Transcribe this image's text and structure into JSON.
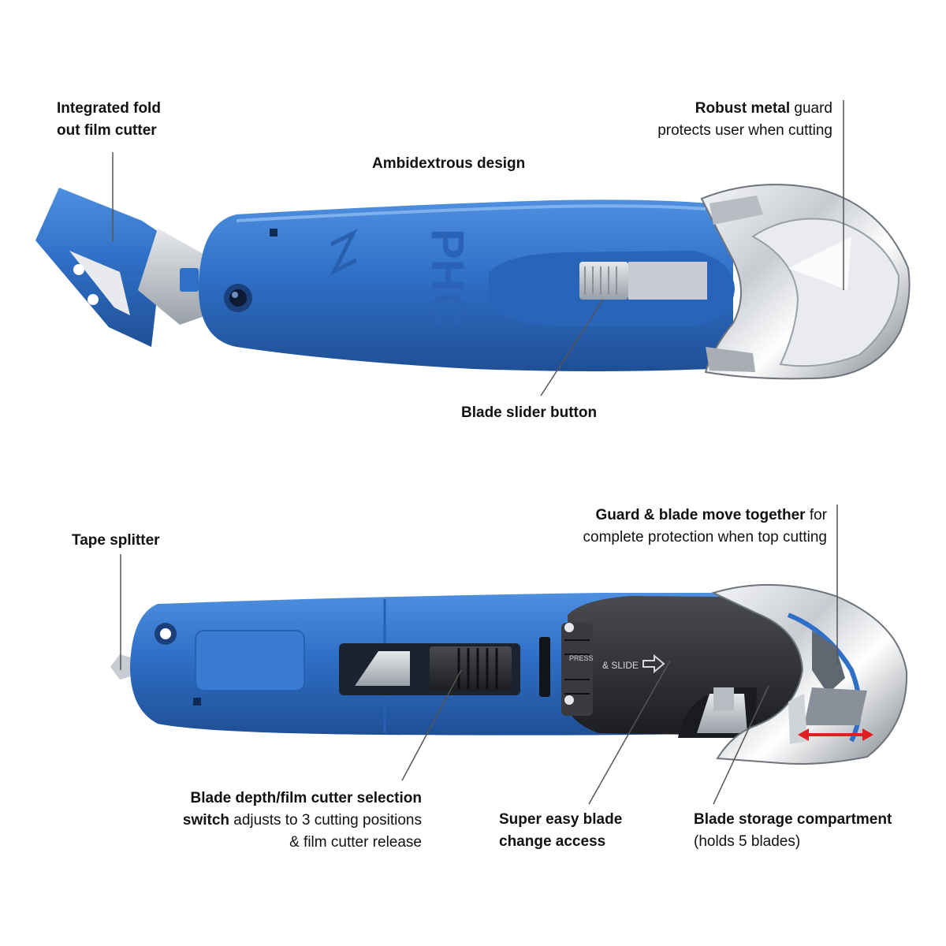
{
  "colors": {
    "body_blue": "#2f6fc6",
    "body_blue_dark": "#1f4f95",
    "body_blue_light": "#4f8fe0",
    "chrome": "#c8ccd2",
    "chrome_dark": "#7a8088",
    "black_cover": "#2a2b2e",
    "leader_line": "#555555",
    "arrow_red": "#e02020"
  },
  "top_knife": {
    "brand_mark": "PHC",
    "labels": {
      "film_cutter": {
        "line1": "Integrated fold",
        "line2": "out film cutter"
      },
      "ambidextrous": "Ambidextrous design",
      "guard": {
        "bold": "Robust metal",
        "rest1": " guard",
        "line2": "protects user when cutting"
      },
      "slider": "Blade slider button"
    }
  },
  "bottom_knife": {
    "cover_text": {
      "press": "PRESS",
      "slide": "& SLIDE"
    },
    "labels": {
      "tape_splitter": "Tape splitter",
      "move_together": {
        "bold": "Guard & blade move together",
        "rest1": " for",
        "line2": "complete protection when top cutting"
      },
      "depth_switch": {
        "line1": "Blade depth/film cutter selection",
        "line2_bold": "switch",
        "line2_rest": " adjusts to 3 cutting positions",
        "line3": "& film cutter release"
      },
      "blade_change": {
        "line1": "Super easy blade",
        "line2": "change access"
      },
      "storage": {
        "line1": "Blade storage compartment",
        "line2": "(holds 5 blades)"
      }
    }
  }
}
